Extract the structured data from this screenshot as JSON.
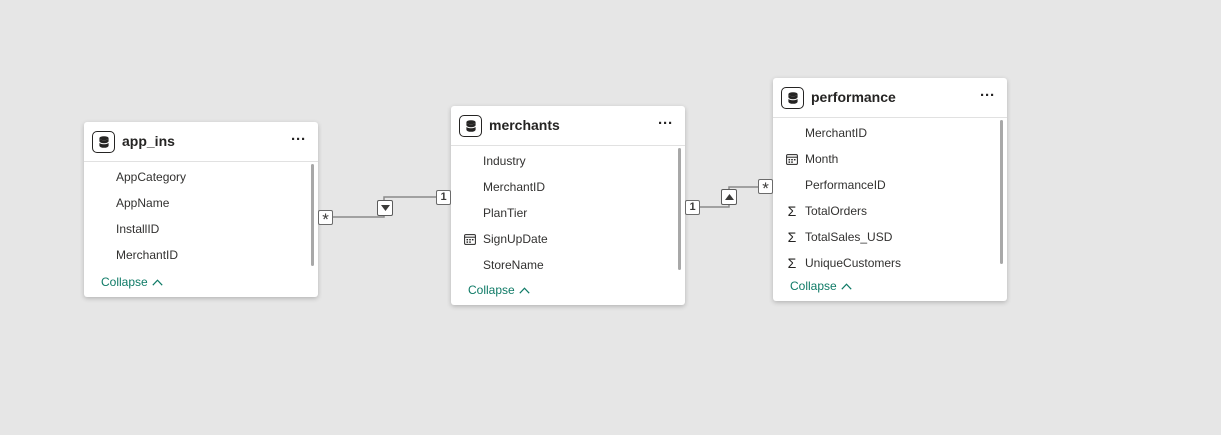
{
  "tables": [
    {
      "name": "app_ins",
      "fields": [
        {
          "label": "AppCategory",
          "icon": ""
        },
        {
          "label": "AppName",
          "icon": ""
        },
        {
          "label": "InstallID",
          "icon": ""
        },
        {
          "label": "MerchantID",
          "icon": ""
        }
      ],
      "collapse_label": "Collapse",
      "more_label": "···"
    },
    {
      "name": "merchants",
      "fields": [
        {
          "label": "Industry",
          "icon": ""
        },
        {
          "label": "MerchantID",
          "icon": ""
        },
        {
          "label": "PlanTier",
          "icon": ""
        },
        {
          "label": "SignUpDate",
          "icon": "calendar-icon"
        },
        {
          "label": "StoreName",
          "icon": ""
        }
      ],
      "collapse_label": "Collapse",
      "more_label": "···"
    },
    {
      "name": "performance",
      "fields": [
        {
          "label": "MerchantID",
          "icon": ""
        },
        {
          "label": "Month",
          "icon": "calendar-icon"
        },
        {
          "label": "PerformanceID",
          "icon": ""
        },
        {
          "label": "TotalOrders",
          "icon": "sigma-icon"
        },
        {
          "label": "TotalSales_USD",
          "icon": "sigma-icon"
        },
        {
          "label": "UniqueCustomers",
          "icon": "sigma-icon"
        }
      ],
      "collapse_label": "Collapse",
      "more_label": "···"
    }
  ],
  "relationships": [
    {
      "from_table": "app_ins",
      "to_table": "merchants",
      "from_cardinality": "*",
      "to_cardinality": "1",
      "filter_direction": "down-arrow"
    },
    {
      "from_table": "merchants",
      "to_table": "performance",
      "from_cardinality": "1",
      "to_cardinality": "*",
      "filter_direction": "up-arrow"
    }
  ],
  "colors": {
    "canvas": "#e6e6e6",
    "card": "#ffffff",
    "collapse_link": "#0e7a66",
    "connector": "#8a8a8a"
  }
}
